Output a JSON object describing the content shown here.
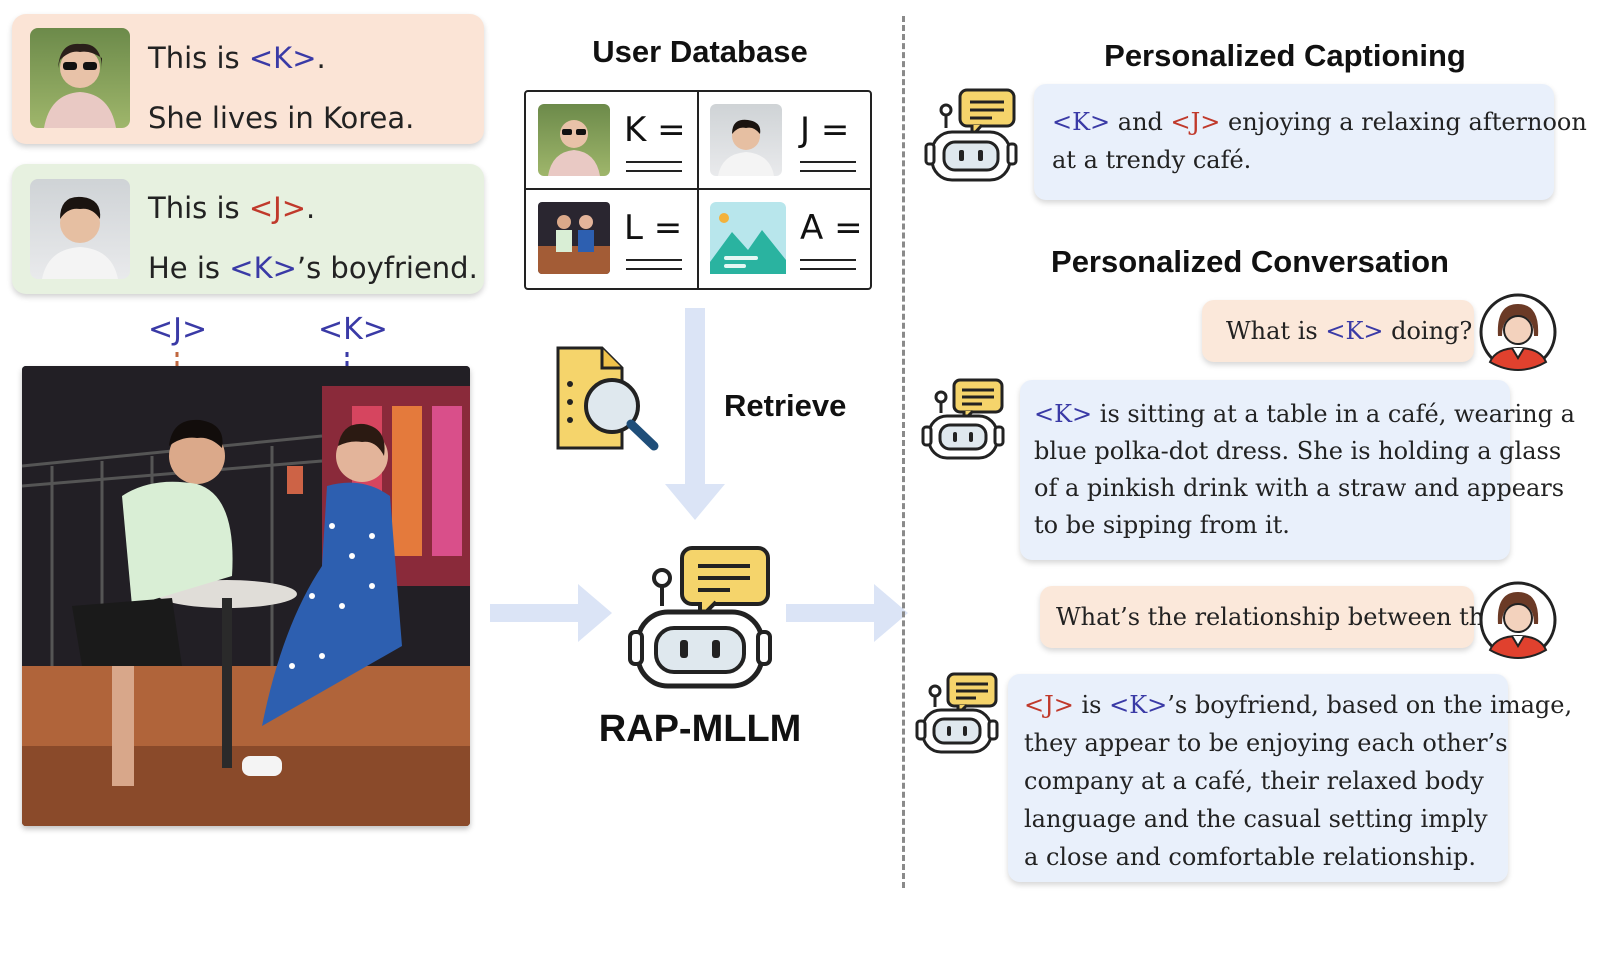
{
  "profiles": [
    {
      "line1_pre": "This is ",
      "line1_tag": "<K>",
      "line1_post": ".",
      "line2_pre": "She lives in Korea.",
      "line2_tag": "",
      "line2_post": ""
    },
    {
      "line1_pre": "This is ",
      "line1_tag": "<J>",
      "line1_post": ".",
      "line2_pre": "He is ",
      "line2_tag": "<K>",
      "line2_post": "’s boyfriend."
    }
  ],
  "scene": {
    "label_j": "<J>",
    "label_k": "<K>"
  },
  "database": {
    "title": "User Database",
    "cells": [
      {
        "key": "K ="
      },
      {
        "key": "J ="
      },
      {
        "key": "L ="
      },
      {
        "key": "A ="
      }
    ]
  },
  "retrieve_label": "Retrieve",
  "model_label": "RAP-MLLM",
  "captioning": {
    "title": "Personalized Captioning",
    "tag_k": "<K>",
    "and": " and ",
    "tag_j": "<J>",
    "rest1": " enjoying a relaxing afternoon",
    "line2": "at a trendy café."
  },
  "conversation": {
    "title": "Personalized Conversation",
    "q1_pre": "What is ",
    "q1_tag": "<K>",
    "q1_post": " doing?",
    "a1_tag": "<K>",
    "a1_line1": " is sitting at a table in a café, wearing a",
    "a1_line2": "blue polka-dot dress. She is holding a glass",
    "a1_line3": "of a pinkish drink with a straw and appears",
    "a1_line4": "to be sipping from it.",
    "q2": "What’s the relationship between them?",
    "a2_tag_j": "<J>",
    "a2_is": " is ",
    "a2_tag_k": "<K>",
    "a2_line1": "’s boyfriend, based on the image,",
    "a2_line2": "they appear to be enjoying each other’s",
    "a2_line3": "company at a café, their relaxed body",
    "a2_line4": "language and the casual setting imply",
    "a2_line5": "a close and comfortable relationship."
  },
  "colors": {
    "tag_k": "#3a3aa6",
    "tag_j": "#c0392b",
    "bubble_blue": "#e9f0fb",
    "bubble_peach": "#fbe8da",
    "card_peach": "#fbe4d6",
    "card_green": "#e7f1e0",
    "arrow": "#dbe4f6"
  }
}
